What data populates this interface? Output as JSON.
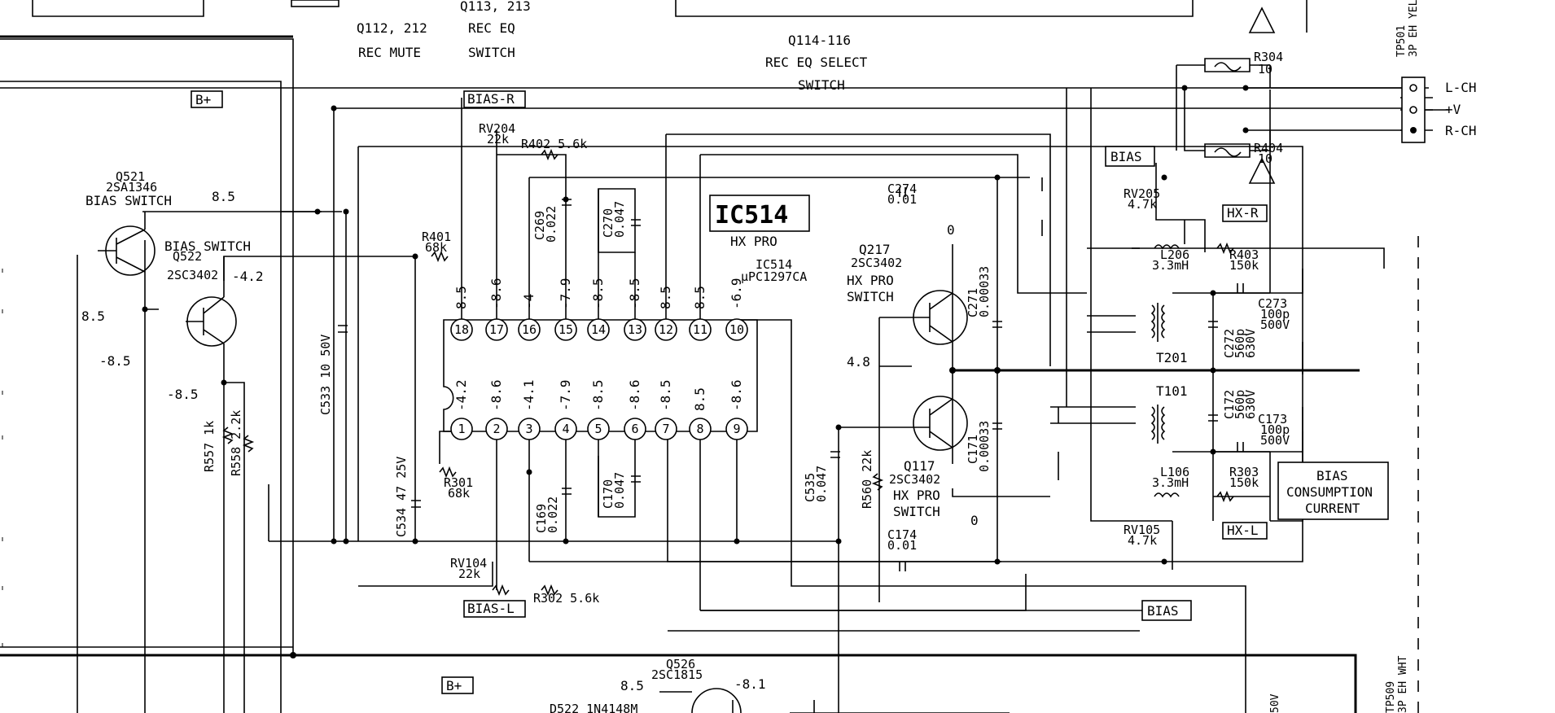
{
  "top": {
    "q112": "Q112, 212",
    "rec_mute": "REC MUTE",
    "q113": "Q113, 213",
    "rec_eq": "REC EQ",
    "switch1": "SWITCH",
    "q114": "Q114-116",
    "rec_eq_select": "REC EQ SELECT",
    "switch2": "SWITCH"
  },
  "connector": {
    "name": "TP501",
    "desc": "3P EH YEL",
    "lch": "L-CH",
    "v": "+V",
    "rch": "R-CH"
  },
  "tags": {
    "bplus": "B+",
    "bias_r": "BIAS-R",
    "bias_l": "BIAS-L",
    "bias": "BIAS",
    "bias2": "BIAS",
    "hx_r": "HX-R",
    "hx_l": "HX-L",
    "bias_consumption": [
      "BIAS",
      "CONSUMPTION",
      "CURRENT"
    ]
  },
  "ic": {
    "title": "IC514",
    "sub": "HX PRO",
    "ref": "IC514",
    "part": "μPC1297CA",
    "top_pins": [
      "18",
      "17",
      "16",
      "15",
      "14",
      "13",
      "12",
      "11",
      "10"
    ],
    "top_volts": [
      "8.5",
      "-8.6",
      "-4",
      "-7.9",
      "-8.5",
      "-8.5",
      "8.5",
      "8.5",
      "-6.9"
    ],
    "bot_pins": [
      "1",
      "2",
      "3",
      "4",
      "5",
      "6",
      "7",
      "8",
      "9"
    ],
    "bot_volts": [
      "-4.2",
      "-8.6",
      "-4.1",
      "-7.9",
      "-8.5",
      "-8.6",
      "-8.5",
      "8.5",
      "-8.6"
    ]
  },
  "transistors": {
    "q521": "Q521",
    "q521_part": "2SA1346",
    "bias_switch": "BIAS SWITCH",
    "bias_switch2": "BIAS SWITCH",
    "q522": "Q522",
    "q522_part": "2SC3402",
    "q217": "Q217",
    "q217_part": "2SC3402",
    "hx_pro_sw_a": "HX PRO",
    "switch_a": "SWITCH",
    "q117": "Q117",
    "q117_part": "2SC3402",
    "hx_pro_sw_b": "HX PRO",
    "switch_b": "SWITCH",
    "q526": "Q526",
    "q526_part": "2SC1815",
    "d522": "D522 1N4148M"
  },
  "volts": {
    "v85_top": "8.5",
    "vm42": "-4.2",
    "v85_left": "8.5",
    "vm85_left": "-8.5",
    "vm85_mid": "-8.5",
    "v48": "4.8",
    "v0a": "0",
    "v0b": "0",
    "v85_bot": "8.5",
    "vm81_bot": "-8.1"
  },
  "components": {
    "rv204": "RV204",
    "rv204_v": "22k",
    "r402": "R402 5.6k",
    "r401": "R401",
    "r401_v": "68k",
    "c269": "C269",
    "c269_v": "0.022",
    "c270": "C270",
    "c270_v": "0.047",
    "c274": "C274",
    "c274_v": "0.01",
    "c533": "C533 10 50V",
    "r557": "R557 1k",
    "r558": "R558 2.2k",
    "c534": "C534 47 25V",
    "r301": "R301",
    "r301_v": "68k",
    "c169": "C169",
    "c169_v": "0.022",
    "c170": "C170",
    "c170_v": "0.047",
    "c535": "C535",
    "c535_v": "0.047",
    "r560": "R560 22k",
    "rv104": "RV104",
    "rv104_v": "22k",
    "r302": "R302 5.6k",
    "c174": "C174",
    "c174_v": "0.01",
    "c271": "C271",
    "c271_v": "0.00033",
    "c171": "C171",
    "c171_v": "0.00033",
    "rv205": "RV205",
    "rv205_v": "4.7k",
    "l206": "L206",
    "l206_v": "3.3mH",
    "r403": "R403",
    "r403_v": "150k",
    "c273": "C273",
    "c273_v": "100p",
    "c273_r": "500V",
    "c272": "C272",
    "c272_v": "560p",
    "c272_r": "630V",
    "t201": "T201",
    "t101": "T101",
    "c172": "C172",
    "c172_v": "560p",
    "c172_r": "630V",
    "c173": "C173",
    "c173_v": "100p",
    "c173_r": "500V",
    "l106": "L106",
    "l106_v": "3.3mH",
    "r303": "R303",
    "r303_v": "150k",
    "rv105": "RV105",
    "rv105_v": "4.7k",
    "r304": "R304",
    "r304_v": "10",
    "r404": "R404",
    "r404_v": "10",
    "tp509": "TP509",
    "tp509_desc": "3P EH WHT",
    "bot_cap": "50V"
  }
}
